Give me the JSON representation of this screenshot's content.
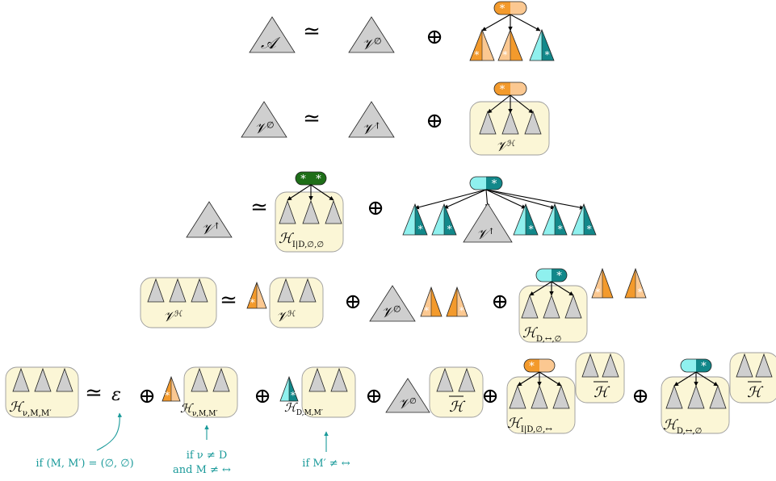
{
  "colors": {
    "gray": "#cfcfcf",
    "orange_dark": "#f39a2c",
    "orange_light": "#fbc891",
    "cyan_light": "#8ff0ee",
    "teal_dark": "#12888a",
    "green_dark": "#1e6e18",
    "cream": "#fbf6d6",
    "note": "#1a9a9a"
  },
  "symbols": {
    "iso": "≃",
    "plus": "⊕",
    "star": "*",
    "epsilon": "ε"
  },
  "labels": {
    "A": "𝒜",
    "V_empty": "𝒱∅",
    "V_up": "𝒱↑",
    "VH": "𝒱ℋ",
    "H_IDee": "ℋI|D,∅,∅",
    "H_D_lr_e": "ℋD,↔,∅",
    "H_nuMM": "ℋν,M,M′",
    "H_DMM": "ℋD,M,M′",
    "H_bar": "ℋ",
    "H_IDe_lr": "ℋI|D,∅,↔"
  },
  "notes": {
    "note1": "if (M, M′) = (∅, ∅)",
    "note2_line1": "if ν ≠ D",
    "note2_line2": "and M ≠ ↔",
    "note3": "if M′ ≠ ↔"
  }
}
